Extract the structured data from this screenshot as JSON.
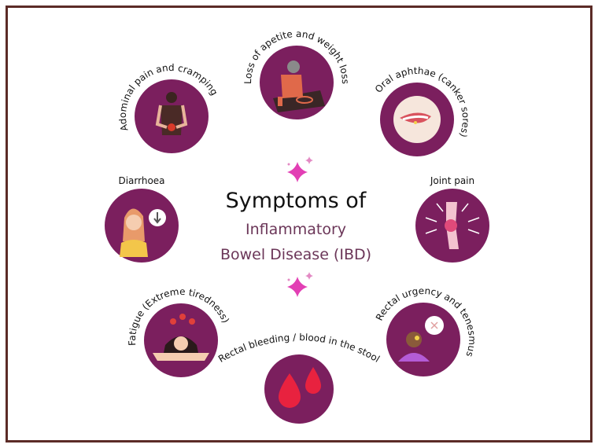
{
  "title": {
    "line1": "Symptoms of",
    "line2": "Inflammatory",
    "line3": "Bowel Disease (IBD)"
  },
  "colors": {
    "circle": "#7b1f5e",
    "border": "#5b2b26",
    "sparkle": "#e23fb4",
    "subtitle": "#6b3658",
    "blood": "#e8223f"
  },
  "symptoms": [
    {
      "label": "Adominal pain and cramping",
      "icon": "abdominal-pain-icon"
    },
    {
      "label": "Loss of apetite and weight loss",
      "icon": "appetite-loss-icon"
    },
    {
      "label": "Oral aphthae (canker sores)",
      "icon": "mouth-sores-icon"
    },
    {
      "label": "Diarrhoea",
      "icon": "diarrhoea-icon"
    },
    {
      "label": "Joint pain",
      "icon": "joint-pain-icon"
    },
    {
      "label": "Fatigue (Extreme tiredness)",
      "icon": "fatigue-icon"
    },
    {
      "label": "Rectal bleeding / blood in the stool",
      "icon": "blood-drops-icon"
    },
    {
      "label": "Rectal urgency and tenesmus",
      "icon": "rectal-urgency-icon"
    }
  ]
}
